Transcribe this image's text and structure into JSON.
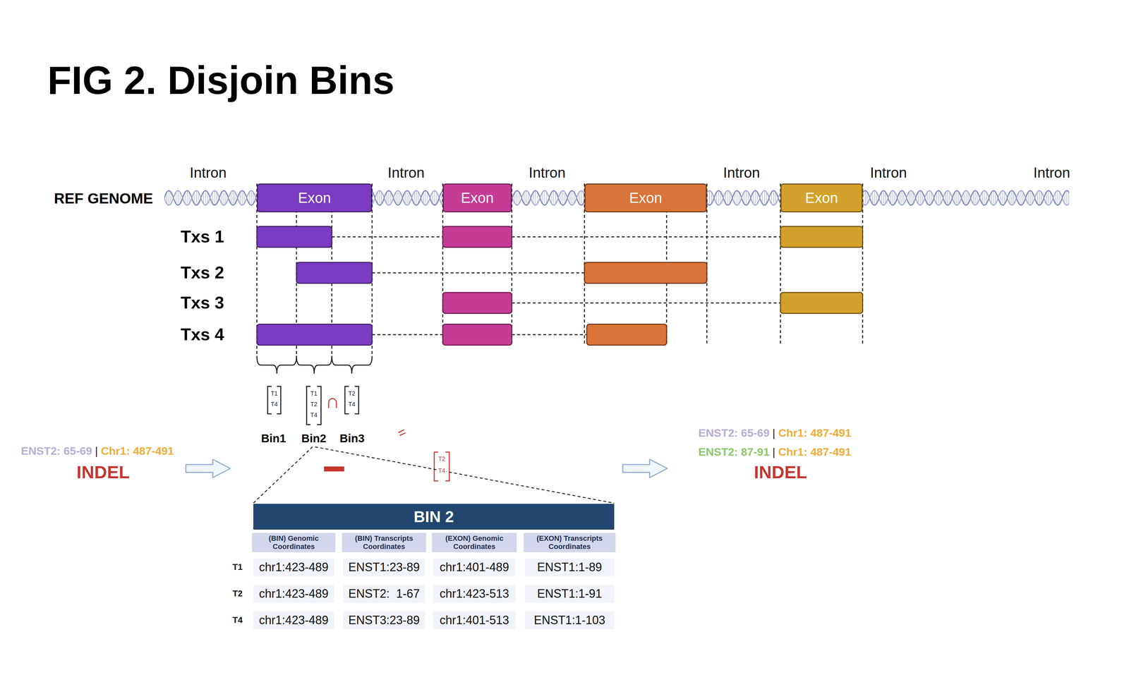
{
  "diagram": {
    "title": "FIG 2. Disjoin Bins",
    "nodes": [
      {
        "text": [
          "Exon"
        ]
      },
      {
        "text": [
          "Exon"
        ]
      },
      {
        "text": [
          "Exon"
        ]
      },
      {
        "text": [
          "Exon"
        ]
      },
      {
        "text": [
          "BIN 2"
        ]
      },
      {
        "text": [
          "(BIN) Genomic Coordinates"
        ]
      },
      {
        "text": [
          "(BIN) Transcripts Coordinates"
        ]
      },
      {
        "text": [
          "(EXON) Genomic Coordinates"
        ]
      },
      {
        "text": [
          "(EXON) Transcripts Coordinates"
        ]
      }
    ],
    "labels": [
      "Intron",
      "Intron",
      "Intron",
      "Intron",
      "Intron",
      "Intron",
      "REF GENOME",
      "Txs 1",
      "Txs 2",
      "Txs 3",
      "Txs 4",
      "T1",
      "T4",
      "T1",
      "T2",
      "T4",
      "∩",
      "T2",
      "T4",
      "Bin1",
      "Bin2",
      "Bin3",
      "=",
      "T2",
      "T4",
      "ENST2: 65-69",
      "|",
      "Chr1: 487-491",
      "INDEL",
      "ENST2: 65-69",
      "|",
      "Chr1: 487-491",
      "ENST2: 87-91",
      "|",
      "Chr1: 487-491",
      "INDEL",
      "T1",
      "chr1:423-489",
      "ENST1:23-89",
      "chr1:401-489",
      "ENST1:1-89",
      "T2",
      "chr1:423-489",
      "ENST2:  1-67",
      "chr1:423-513",
      "ENST1:1-91",
      "T4",
      "chr1:423-489",
      "ENST3:23-89",
      "chr1:401-513",
      "ENST1:1-103"
    ]
  }
}
